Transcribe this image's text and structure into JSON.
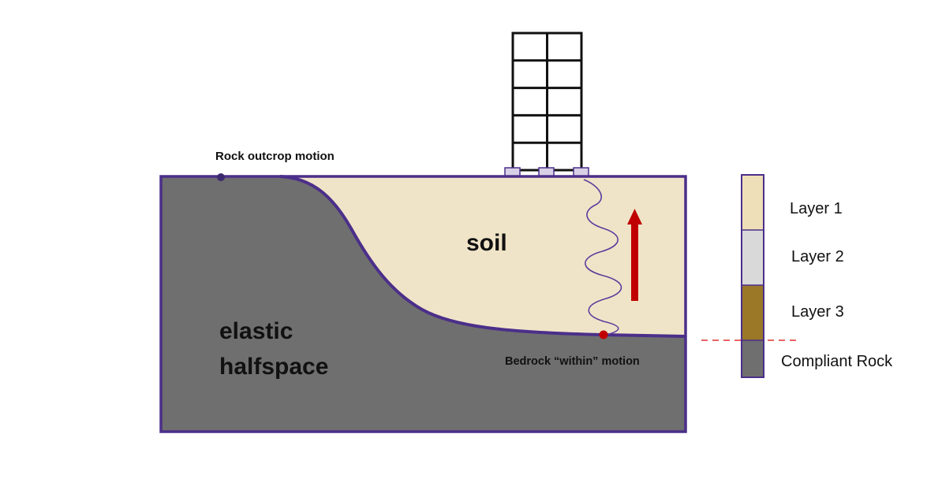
{
  "labels": {
    "rock_outcrop_motion": "Rock outcrop motion",
    "soil": "soil",
    "elastic": "elastic",
    "halfspace": "halfspace",
    "bedrock_within_motion": "Bedrock “within” motion"
  },
  "legend": {
    "layers": [
      {
        "label": "Layer 1",
        "color": "#efdfb8"
      },
      {
        "label": "Layer 2",
        "color": "#d9d9d9"
      },
      {
        "label": "Layer 3",
        "color": "#9a7828"
      },
      {
        "label": "Compliant Rock",
        "color": "#6f6f6f"
      }
    ]
  },
  "colors": {
    "outline": "#4b2f8a",
    "soil_fill": "#f0e4c8",
    "rock_fill": "#6f6f6f",
    "arrow": "#c00000",
    "marker_bedrock": "#c00000",
    "marker_outcrop": "#3d2a6e",
    "dashed_line": "#e03030",
    "building": "#111111",
    "footing_fill": "#d8d0e6"
  }
}
